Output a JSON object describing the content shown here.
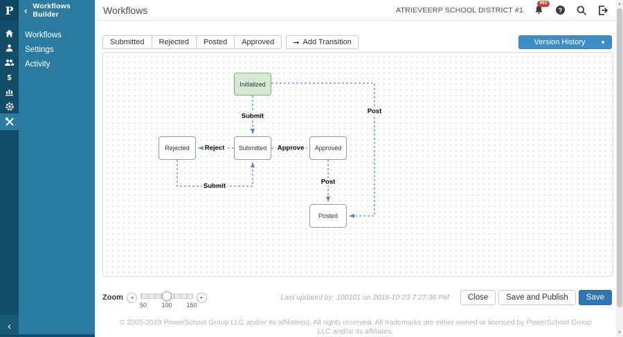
{
  "topbar": {
    "logo_letter": "P",
    "back_title": "Workflows Builder",
    "page_title": "Workflows",
    "district": "ATRIEVEERP SCHOOL DISTRICT #1",
    "notification_count": "993"
  },
  "sidebar": {
    "items": [
      {
        "label": "Workflows"
      },
      {
        "label": "Settings"
      },
      {
        "label": "Activity"
      }
    ]
  },
  "toolbar": {
    "tabs": [
      "Submitted",
      "Rejected",
      "Posted",
      "Approved"
    ],
    "add_transition_label": "Add Transition",
    "version_history_label": "Version History"
  },
  "diagram": {
    "nodes": [
      {
        "id": "initialized",
        "label": "Initialized",
        "type": "start"
      },
      {
        "id": "rejected",
        "label": "Rejected",
        "type": "state"
      },
      {
        "id": "submitted",
        "label": "Submitted",
        "type": "state"
      },
      {
        "id": "approved",
        "label": "Approved",
        "type": "state"
      },
      {
        "id": "posted",
        "label": "Posted",
        "type": "state"
      }
    ],
    "edges": [
      {
        "from": "initialized",
        "to": "submitted",
        "label": "Submit"
      },
      {
        "from": "initialized",
        "to": "posted",
        "label": "Post"
      },
      {
        "from": "submitted",
        "to": "rejected",
        "label": "Reject"
      },
      {
        "from": "submitted",
        "to": "approved",
        "label": "Approve"
      },
      {
        "from": "rejected",
        "to": "submitted",
        "label": "Submit"
      },
      {
        "from": "approved",
        "to": "posted",
        "label": "Post"
      }
    ]
  },
  "bottom": {
    "zoom_label": "Zoom",
    "zoom_value": "100",
    "zoom_ticks": [
      "50",
      "100",
      "150"
    ],
    "last_updated": "Last updated by: 100101 on 2019-10-23 7:27:36 PM",
    "close_label": "Close",
    "save_publish_label": "Save and Publish",
    "save_label": "Save"
  },
  "footer_text": "© 2005-2019 PowerSchool Group LLC and/or its affiliate(s). All rights reserved. All trademarks are either owned or licensed by PowerSchool Group LLC and/or its affiliates.",
  "colors": {
    "sidebar_dark": "#114d68",
    "sidebar_light": "#2b7ba0",
    "version_history_blue": "#3e8dc6",
    "save_blue": "#2f76b6",
    "badge_red": "#d93a28",
    "edge_blue": "#5b87c9",
    "start_node_fill": "#d5e8d4",
    "start_node_border": "#82b366"
  }
}
